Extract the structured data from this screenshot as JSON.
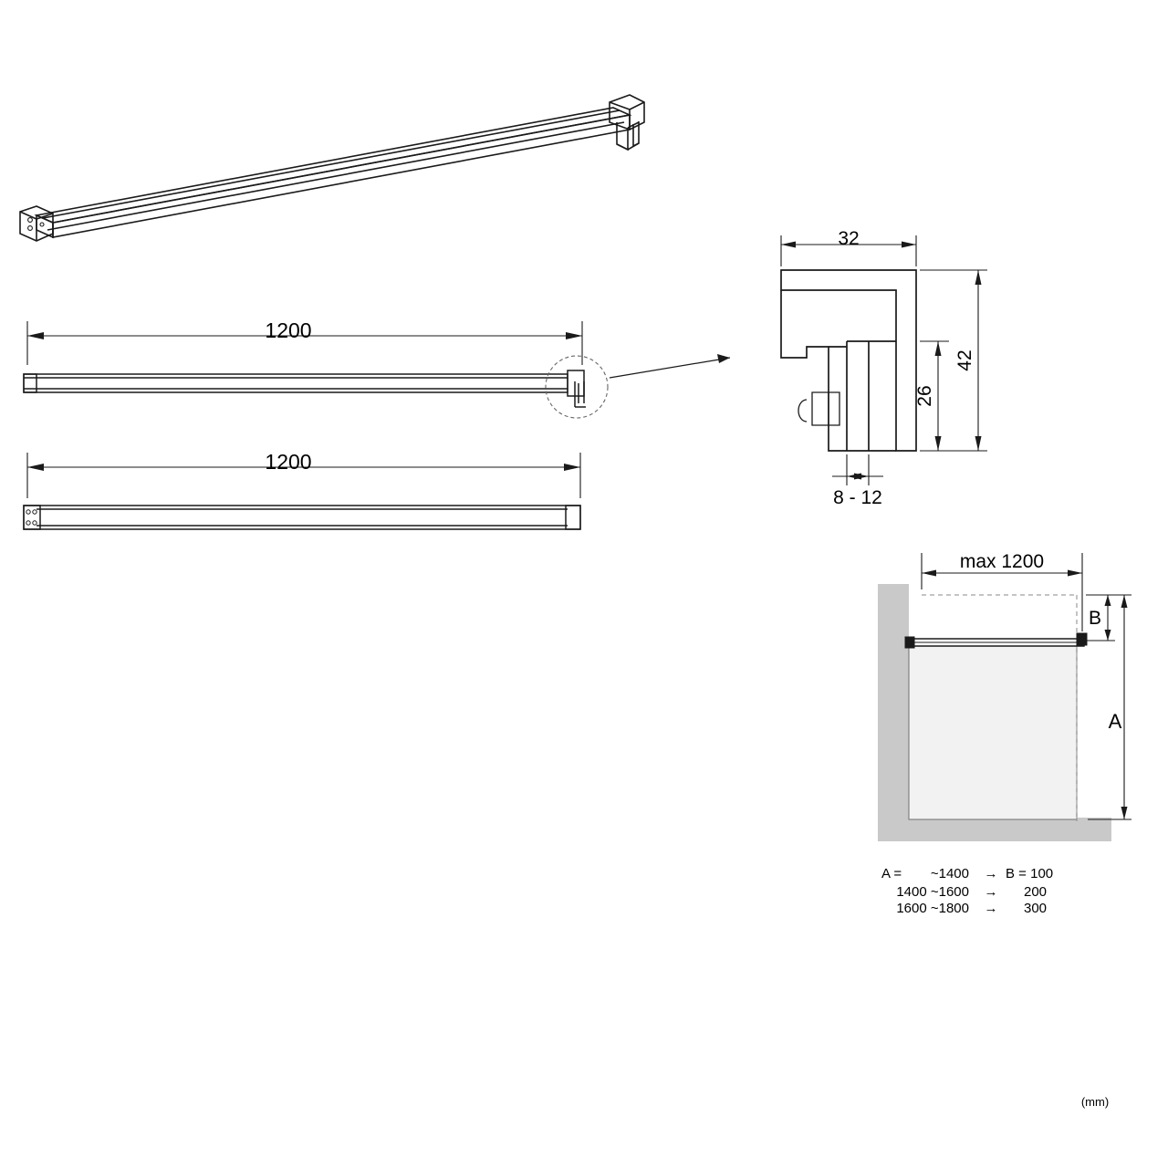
{
  "drawing": {
    "title": "shower-screen-stabilizer-bar-technical-drawing",
    "units_note": "(mm)",
    "colors": {
      "line": "#1a1a1a",
      "thin_line": "#333333",
      "wall_fill": "#c9c9c9",
      "glass_fill": "#f2f2f2",
      "dim_line": "#1a1a1a"
    },
    "views": {
      "isometric": {
        "name": "isometric-bar-view"
      },
      "top_elevation": {
        "name": "bar-front-view-upper",
        "dimension": "1200"
      },
      "bottom_elevation": {
        "name": "bar-front-view-lower",
        "dimension": "1200"
      },
      "detail_bracket": {
        "name": "bracket-profile-detail",
        "dim_width": "32",
        "dim_height_outer": "42",
        "dim_height_inner": "26",
        "dim_glass": "8 - 12"
      },
      "installation": {
        "name": "installation-schematic",
        "dim_max_width": "max 1200",
        "label_a": "A",
        "label_b": "B"
      }
    },
    "table": {
      "name": "a-b-reference-table",
      "rows": [
        {
          "a_prefix": "A =",
          "a_value": "~1400",
          "arrow": "→",
          "b_label": "B = 100"
        },
        {
          "a_prefix": "",
          "a_value": "1400 ~1600",
          "arrow": "→",
          "b_label": "200"
        },
        {
          "a_prefix": "",
          "a_value": "1600 ~1800",
          "arrow": "→",
          "b_label": "300"
        }
      ]
    }
  }
}
